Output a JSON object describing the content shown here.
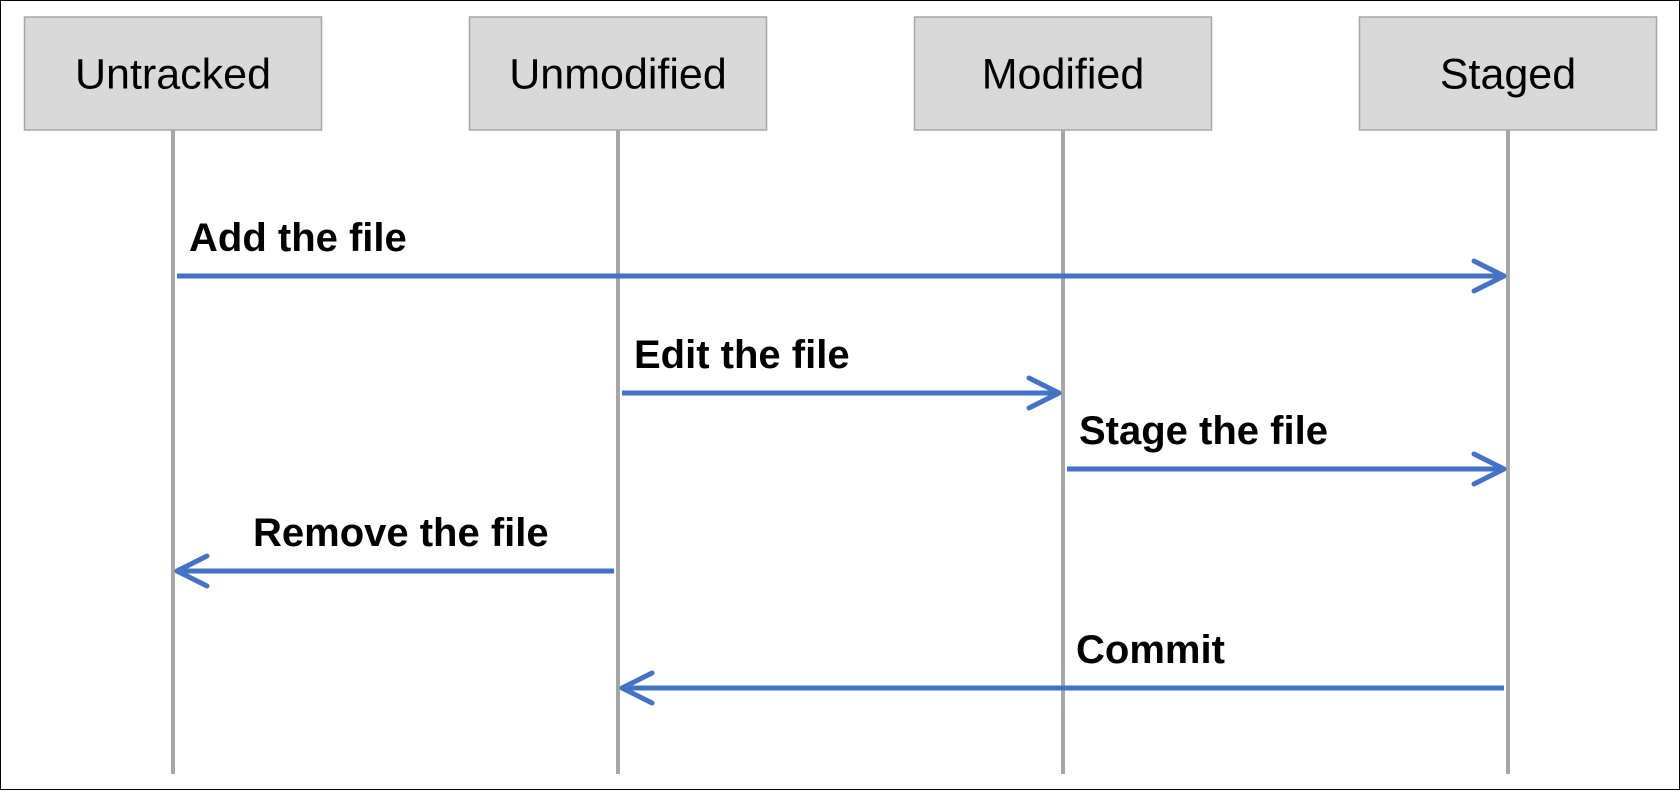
{
  "diagram": {
    "type": "sequence",
    "colors": {
      "lane_fill": "#d9d9d9",
      "lane_stroke": "#a6a6a6",
      "lifeline": "#a6a6a6",
      "arrow": "#4472c4",
      "text": "#000000"
    },
    "participants": [
      {
        "id": "untracked",
        "label": "Untracked"
      },
      {
        "id": "unmodified",
        "label": "Unmodified"
      },
      {
        "id": "modified",
        "label": "Modified"
      },
      {
        "id": "staged",
        "label": "Staged"
      }
    ],
    "messages": [
      {
        "from": "untracked",
        "to": "staged",
        "label": "Add the file"
      },
      {
        "from": "unmodified",
        "to": "modified",
        "label": "Edit the file"
      },
      {
        "from": "modified",
        "to": "staged",
        "label": "Stage the file"
      },
      {
        "from": "unmodified",
        "to": "untracked",
        "label": "Remove the file"
      },
      {
        "from": "staged",
        "to": "unmodified",
        "label": "Commit"
      }
    ]
  }
}
